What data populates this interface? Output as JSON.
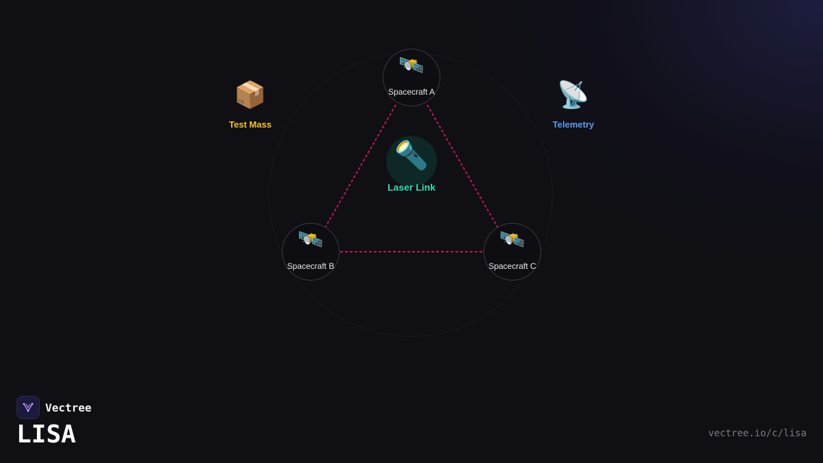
{
  "colors": {
    "background": "#100f14",
    "link": "#c2185b",
    "laser_accent": "#2de0b4",
    "test_mass": "#f5c518",
    "telemetry": "#5b9cf5"
  },
  "diagram": {
    "spacecraft": [
      {
        "label": "Spacecraft A",
        "icon": "satellite-icon",
        "glyph": "🛰️"
      },
      {
        "label": "Spacecraft B",
        "icon": "satellite-icon",
        "glyph": "🛰️"
      },
      {
        "label": "Spacecraft C",
        "icon": "satellite-icon",
        "glyph": "🛰️"
      }
    ],
    "center": {
      "label": "Laser Link",
      "icon": "flashlight-icon",
      "glyph": "🔦"
    },
    "side_items": {
      "test_mass": {
        "label": "Test Mass",
        "icon": "package-icon",
        "glyph": "📦"
      },
      "telemetry": {
        "label": "Telemetry",
        "icon": "satellite-dish-icon",
        "glyph": "📡"
      }
    },
    "links": [
      {
        "from": "Spacecraft A",
        "to": "Spacecraft B"
      },
      {
        "from": "Spacecraft A",
        "to": "Spacecraft C"
      },
      {
        "from": "Spacecraft B",
        "to": "Spacecraft C"
      }
    ]
  },
  "branding": {
    "name": "Vectree",
    "title": "LISA",
    "url": "vectree.io/c/lisa"
  }
}
